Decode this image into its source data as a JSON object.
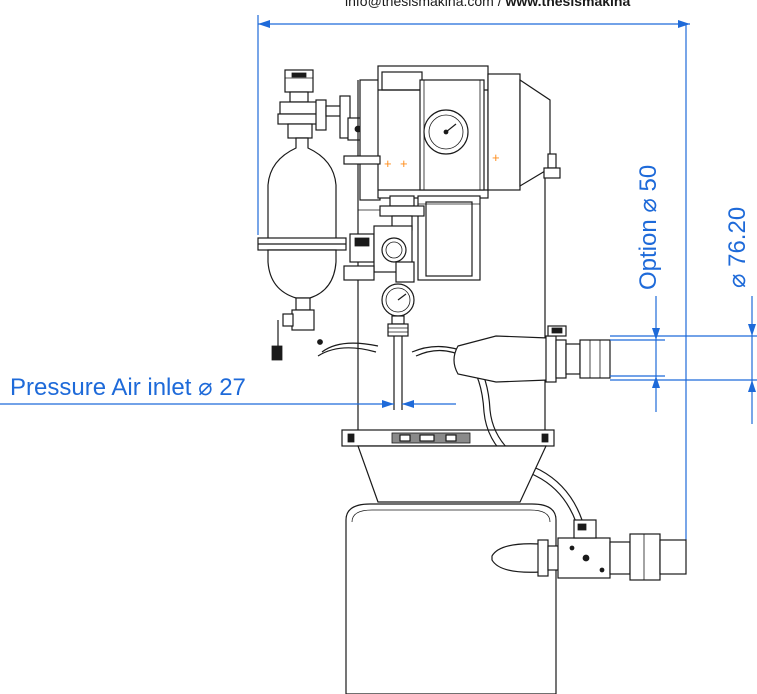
{
  "header": {
    "contact_plain": "info@thesismakina.com / ",
    "contact_bold": "www.thesismakina"
  },
  "dimensions": {
    "overall_diameter": "⌀ 76.20",
    "option_diameter": "Option ⌀ 50",
    "air_inlet": "Pressure Air inlet ⌀ 27"
  },
  "colors": {
    "dimension": "#1e6ad9",
    "drawing": "#1a1a1a",
    "marker": "#ff8c1a"
  }
}
